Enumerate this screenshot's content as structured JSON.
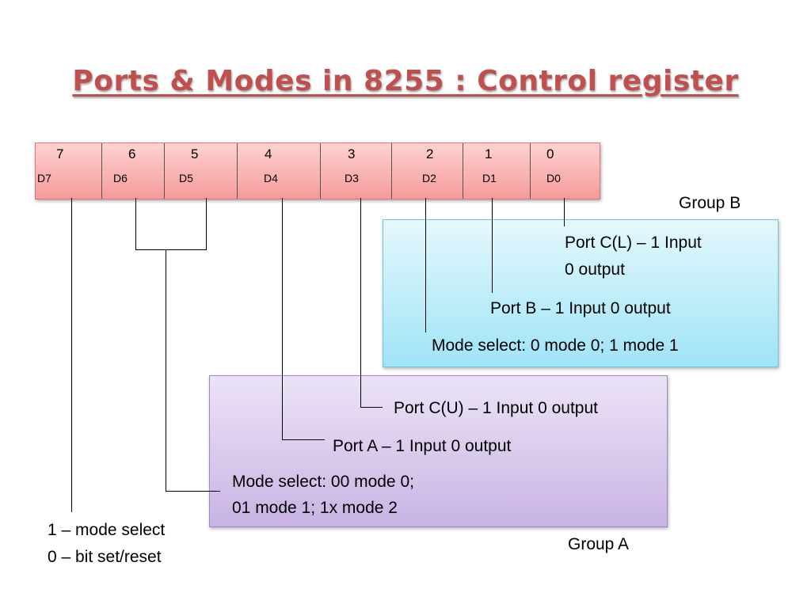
{
  "title": "Ports & Modes in 8255 : Control register",
  "register": {
    "bits": [
      {
        "num": "7",
        "label": "D7"
      },
      {
        "num": "6",
        "label": "D6"
      },
      {
        "num": "5",
        "label": "D5"
      },
      {
        "num": "4",
        "label": "D4"
      },
      {
        "num": "3",
        "label": "D3"
      },
      {
        "num": "2",
        "label": "D2"
      },
      {
        "num": "1",
        "label": "D1"
      },
      {
        "num": "0",
        "label": "D0"
      }
    ]
  },
  "group_b": {
    "label": "Group B",
    "port_cl_line1": "Port C(L) – 1 Input",
    "port_cl_line2": "0 output",
    "port_b": "Port B – 1 Input  0 output",
    "mode_select": "Mode select: 0 mode 0; 1 mode 1"
  },
  "group_a": {
    "label": "Group A",
    "port_cu": "Port C(U) – 1 Input  0 output",
    "port_a": "Port A – 1 Input  0 output",
    "mode_select_line1": "Mode select:  00 mode 0;",
    "mode_select_line2": "01 mode 1;     1x mode 2"
  },
  "d7_desc": {
    "line1": "1 – mode select",
    "line2": "0 – bit set/reset"
  }
}
